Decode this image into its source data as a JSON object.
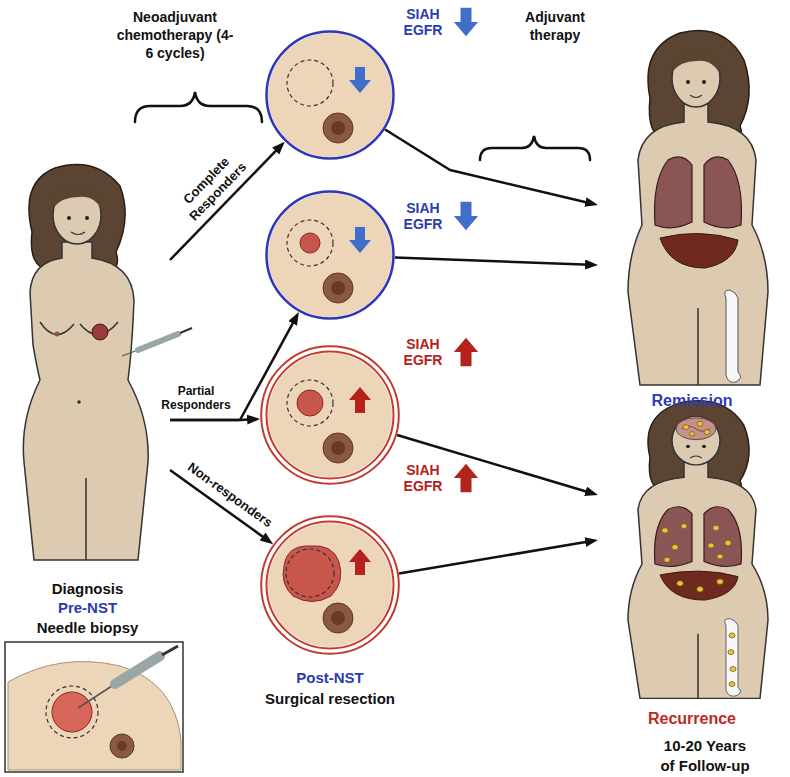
{
  "diagram": {
    "nodes": [
      {
        "text": [
          "Diagnosis",
          "Pre-NST",
          "Needle biopsy"
        ]
      },
      {
        "text": [
          "SIAH EGFR"
        ]
      },
      {
        "text": [
          "SIAH EGFR"
        ]
      },
      {
        "text": [
          "SIAH EGFR"
        ]
      },
      {
        "text": [
          "SIAH EGFR"
        ]
      },
      {
        "text": [
          "Remission"
        ]
      },
      {
        "text": [
          "Recurrence"
        ]
      }
    ],
    "edges": [
      {
        "from": 0,
        "to": 1,
        "label": "Complete Responders",
        "arrow": "to"
      },
      {
        "from": 0,
        "to": 2,
        "label": "Partial Responders",
        "arrow": "to"
      },
      {
        "from": 0,
        "to": 3,
        "arrow": "to"
      },
      {
        "from": 0,
        "to": 4,
        "label": "Non-responders",
        "arrow": "to"
      },
      {
        "from": 1,
        "to": 5,
        "arrow": "to"
      },
      {
        "from": 2,
        "to": 5,
        "arrow": "to"
      },
      {
        "from": 3,
        "to": 6,
        "arrow": "to"
      },
      {
        "from": 4,
        "to": 6,
        "arrow": "to"
      }
    ],
    "labels": [
      "Neoadjuvant chemotherapy (4-6 cycles)",
      "Adjuvant therapy",
      "Post-NST",
      "Surgical resection",
      "10-20 Years of Follow-up"
    ]
  }
}
